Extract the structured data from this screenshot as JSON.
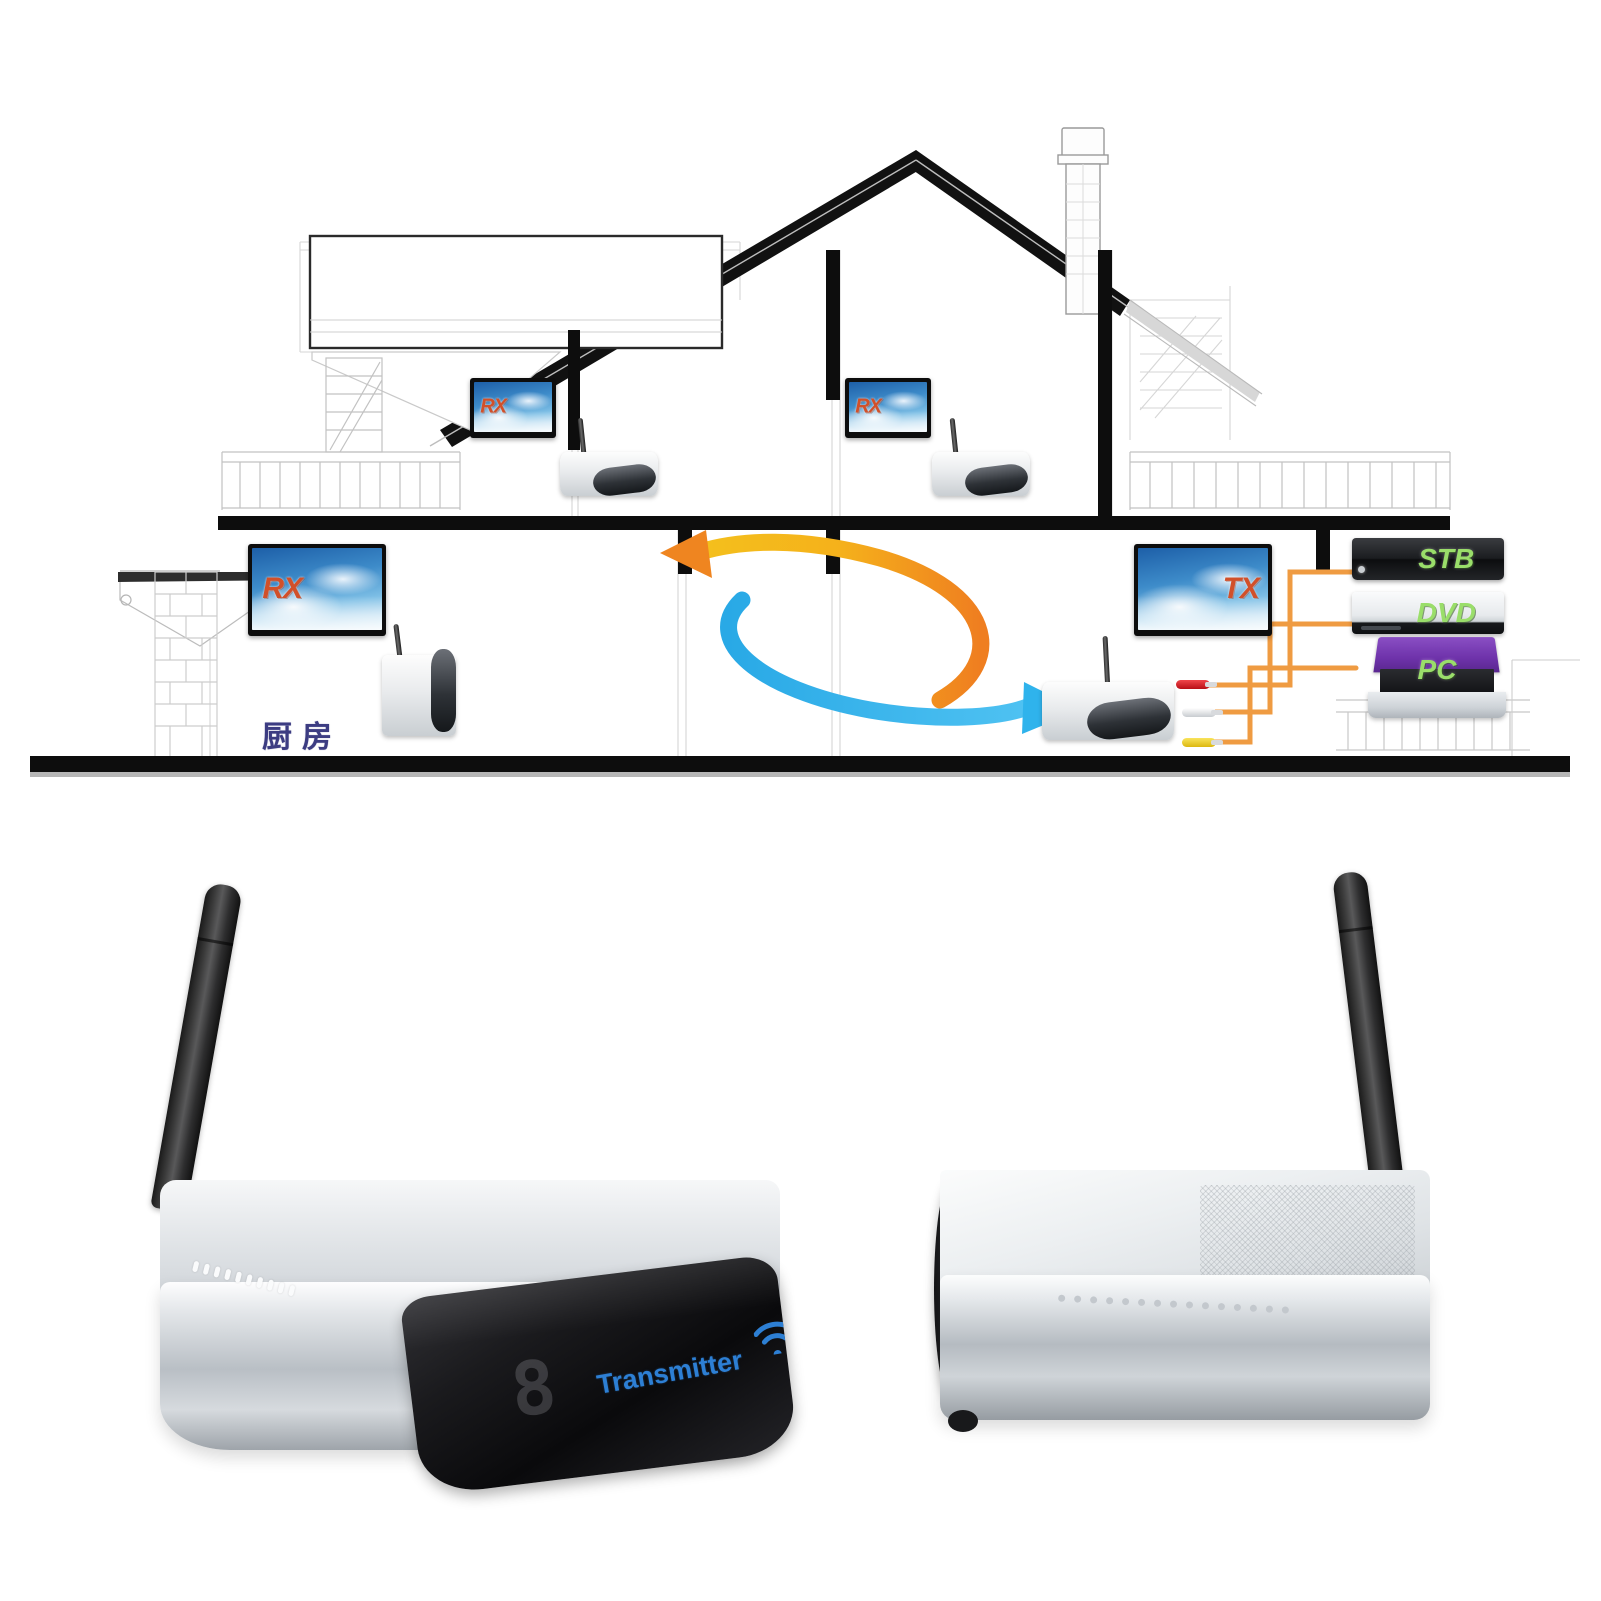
{
  "diagram": {
    "name": "home-installation-diagram",
    "description": "House cutaway showing wireless AV transmitter and receivers",
    "room_label": "厨房",
    "signal": {
      "outbound_color": "#f0a020",
      "return_color": "#29a9e6"
    },
    "displays": [
      {
        "id": "tv-upstairs-left",
        "label": "RX",
        "label_side": "left"
      },
      {
        "id": "tv-upstairs-right",
        "label": "RX",
        "label_side": "left"
      },
      {
        "id": "tv-kitchen",
        "label": "RX",
        "label_side": "left"
      },
      {
        "id": "tv-livingroom",
        "label": "TX",
        "label_side": "right"
      }
    ],
    "receivers": [
      {
        "id": "receiver-upstairs-left"
      },
      {
        "id": "receiver-upstairs-right"
      },
      {
        "id": "receiver-kitchen"
      },
      {
        "id": "transmitter-livingroom"
      }
    ],
    "sources": [
      {
        "id": "device-stb",
        "label": "STB"
      },
      {
        "id": "device-dvd",
        "label": "DVD"
      },
      {
        "id": "device-pc",
        "label": "PC"
      }
    ],
    "source_label_color": "#9ade6a",
    "rca_cables": [
      {
        "name": "rca-video-red",
        "color": "#d81f26"
      },
      {
        "name": "rca-audio-white",
        "color": "#e8e8e8"
      },
      {
        "name": "rca-audio-yellow",
        "color": "#f2d119"
      }
    ],
    "cable_color": "#ef9b42"
  },
  "product": {
    "transmitter": {
      "name": "transmitter-unit",
      "brand_text": "Transmitter",
      "display_value": "8",
      "wifi_icon": "wifi-icon",
      "body_color": "#cfd4d8",
      "face_color": "#101012",
      "brand_color": "#2d7fd4",
      "antenna_count": 1
    },
    "receiver": {
      "name": "receiver-unit",
      "body_color": "#d5d9dd",
      "antenna_count": 1
    }
  }
}
